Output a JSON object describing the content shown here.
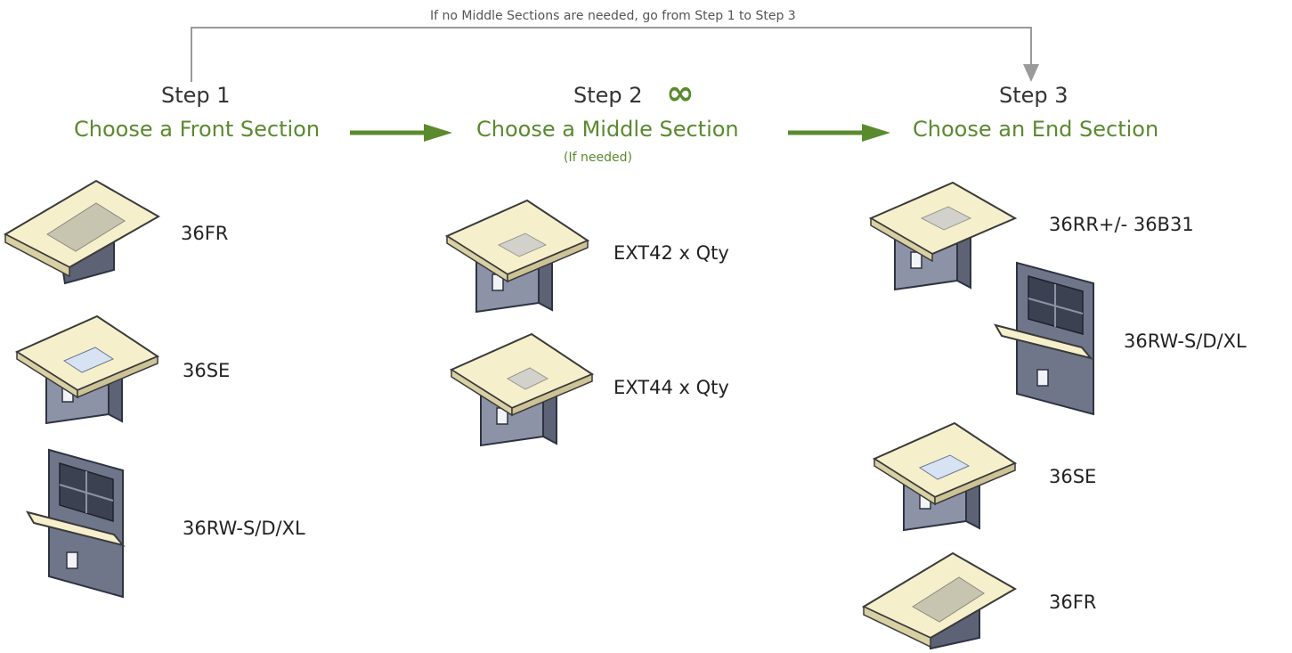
{
  "skip_note": "If no Middle Sections are needed, go from Step 1 to Step 3",
  "accent_color": "#5a8a2e",
  "steps": [
    {
      "title": "Step 1",
      "subtitle": "Choose a Front Section"
    },
    {
      "title": "Step 2",
      "subtitle": "Choose a Middle Section",
      "note": "(If needed)",
      "symbol": "∞"
    },
    {
      "title": "Step 3",
      "subtitle": "Choose an End Section"
    }
  ],
  "front_sections": [
    "36FR",
    "36SE",
    "36RW-S/D/XL"
  ],
  "middle_sections": [
    "EXT42 x Qty",
    "EXT44 x Qty"
  ],
  "end_sections": [
    "36RR+/- 36B31",
    "36RW-S/D/XL",
    "36SE",
    "36FR"
  ]
}
